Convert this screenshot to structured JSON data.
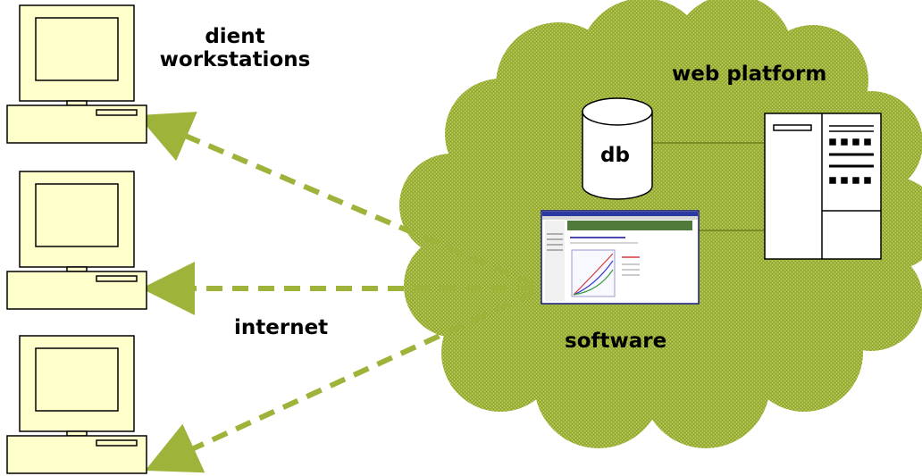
{
  "diagram": {
    "labels": {
      "client_line1": "dient",
      "client_line2": "workstations",
      "web_platform": "web platform",
      "db": "db",
      "internet": "internet",
      "software": "software"
    },
    "colors": {
      "cloud": "#9db33a",
      "cloud_dark": "#8aa02c",
      "arrow": "#9db33a",
      "computer_fill": "#ffffcc",
      "outline": "#000000",
      "connector": "#6e7f22"
    },
    "icons": {
      "client": "computer-icon",
      "database": "database-cylinder-icon",
      "server": "server-tower-icon",
      "software": "software-screenshot-icon"
    }
  }
}
